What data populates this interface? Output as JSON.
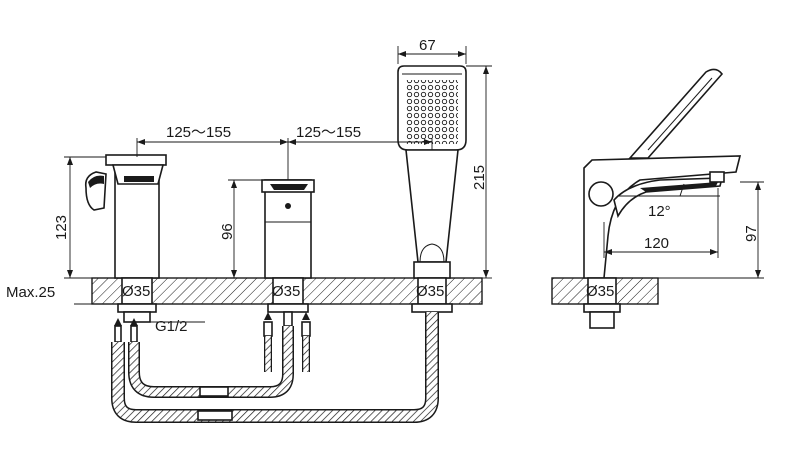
{
  "labels": {
    "dim_67": "67",
    "dim_125_155_left": "125～155",
    "dim_125_155_right": "125～155",
    "dim_215": "215",
    "dim_123": "123",
    "dim_96": "96",
    "dim_97": "97",
    "dim_120": "120",
    "angle_12": "12°",
    "max_25": "Max.25",
    "dia_35_a": "Ø35",
    "dia_35_b": "Ø35",
    "dia_35_c": "Ø35",
    "dia_35_d": "Ø35",
    "g_thread": "G1/2"
  }
}
